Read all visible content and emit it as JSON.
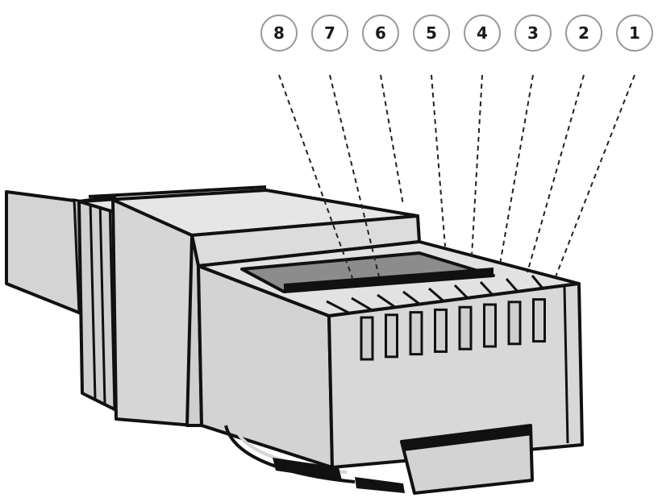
{
  "diagram": {
    "colors": {
      "body": "#d8d8d8",
      "body_light": "#e4e4e4",
      "outline": "#111111",
      "contact": "#cfcfcf",
      "cable": "#d4d4d4",
      "window": "#8c8c8c",
      "circle_stroke": "#9a9a9a",
      "leader": "#222222"
    },
    "pins": [
      {
        "number": "8",
        "label": "8"
      },
      {
        "number": "7",
        "label": "7"
      },
      {
        "number": "6",
        "label": "6"
      },
      {
        "number": "5",
        "label": "5"
      },
      {
        "number": "4",
        "label": "4"
      },
      {
        "number": "3",
        "label": "3"
      },
      {
        "number": "2",
        "label": "2"
      },
      {
        "number": "1",
        "label": "1"
      }
    ]
  }
}
